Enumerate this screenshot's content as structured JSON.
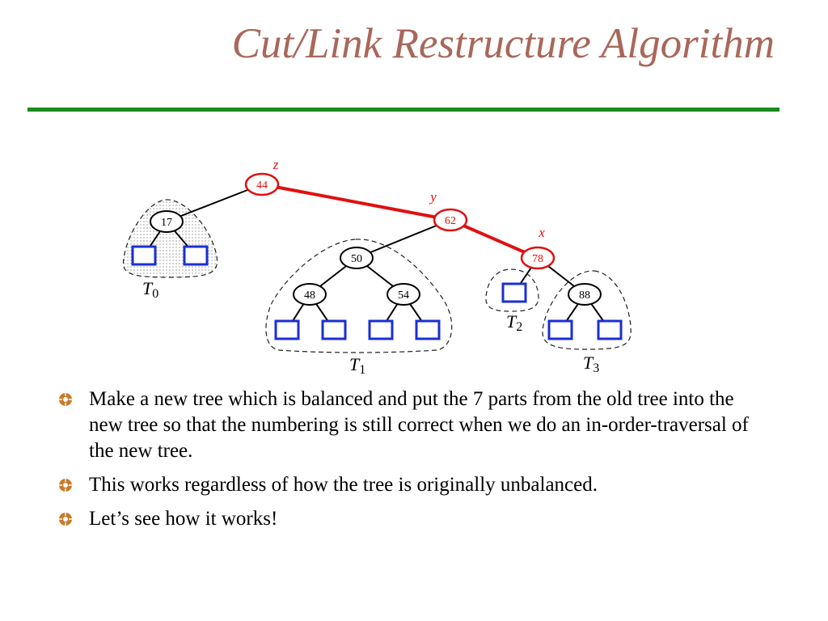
{
  "slide": {
    "title": "Cut/Link Restructure Algorithm"
  },
  "colors": {
    "title": "#a9675a",
    "rule": "#1c8a1c",
    "highlight": "#e01010",
    "leaf": "#1a2fd6",
    "bullet": "#c87a2a"
  },
  "diagram": {
    "nodes": {
      "n44": "44",
      "n17": "17",
      "n62": "62",
      "n50": "50",
      "n78": "78",
      "n48": "48",
      "n54": "54",
      "n88": "88"
    },
    "pointers": {
      "z": "z",
      "y": "y",
      "x": "x"
    },
    "subtrees": {
      "t0": {
        "letter": "T",
        "sub": "0"
      },
      "t1": {
        "letter": "T",
        "sub": "1"
      },
      "t2": {
        "letter": "T",
        "sub": "2"
      },
      "t3": {
        "letter": "T",
        "sub": "3"
      }
    }
  },
  "bullets": [
    {
      "text": "Make a new tree which is balanced and put the 7 parts from the old tree into the new tree so that the numbering is still correct when we do an in-order-traversal of the new tree."
    },
    {
      "text": "This works regardless of how the tree is originally unbalanced."
    },
    {
      "text": "Let’s see how it works!"
    }
  ]
}
